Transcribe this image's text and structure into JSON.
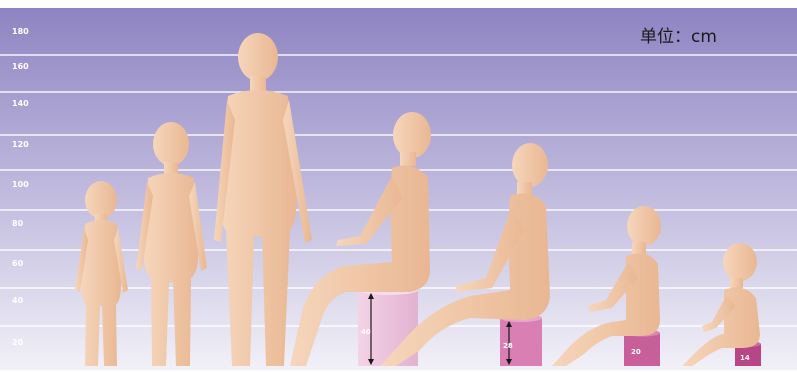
{
  "diagram": {
    "unit_label": "单位：cm",
    "scale_ticks": [
      {
        "label": "180",
        "line": true
      },
      {
        "label": "160",
        "line": true
      },
      {
        "label": "140",
        "line": true
      },
      {
        "label": "120",
        "line": true
      },
      {
        "label": "100",
        "line": true
      },
      {
        "label": "80",
        "line": true
      },
      {
        "label": "60",
        "line": true
      },
      {
        "label": "40",
        "line": true
      },
      {
        "label": "20",
        "line": false
      }
    ],
    "standing_figures": [
      {
        "name": "small-child",
        "height_cm": 100
      },
      {
        "name": "child",
        "height_cm": 130
      },
      {
        "name": "adult",
        "height_cm": 180
      }
    ],
    "seated_figures": [
      {
        "name": "adult-seated-high",
        "seat_height_cm": 40,
        "label": "40"
      },
      {
        "name": "adult-seated-low",
        "seat_height_cm": 28,
        "label": "28"
      },
      {
        "name": "child-seated",
        "seat_height_cm": 20,
        "label": "20"
      },
      {
        "name": "toddler-seated",
        "seat_height_cm": 14,
        "label": "14"
      }
    ],
    "colors": {
      "background_top": "#8e84c2",
      "background_bottom": "#f2f0f8",
      "grid_line": "#ffffff",
      "figure_fill": "#f0c6a4",
      "figure_shadow": "#d9a888",
      "stool_1": "#ecc2dd",
      "stool_2": "#d97fb4",
      "stool_3": "#c85f9a",
      "stool_4": "#b84585"
    }
  }
}
